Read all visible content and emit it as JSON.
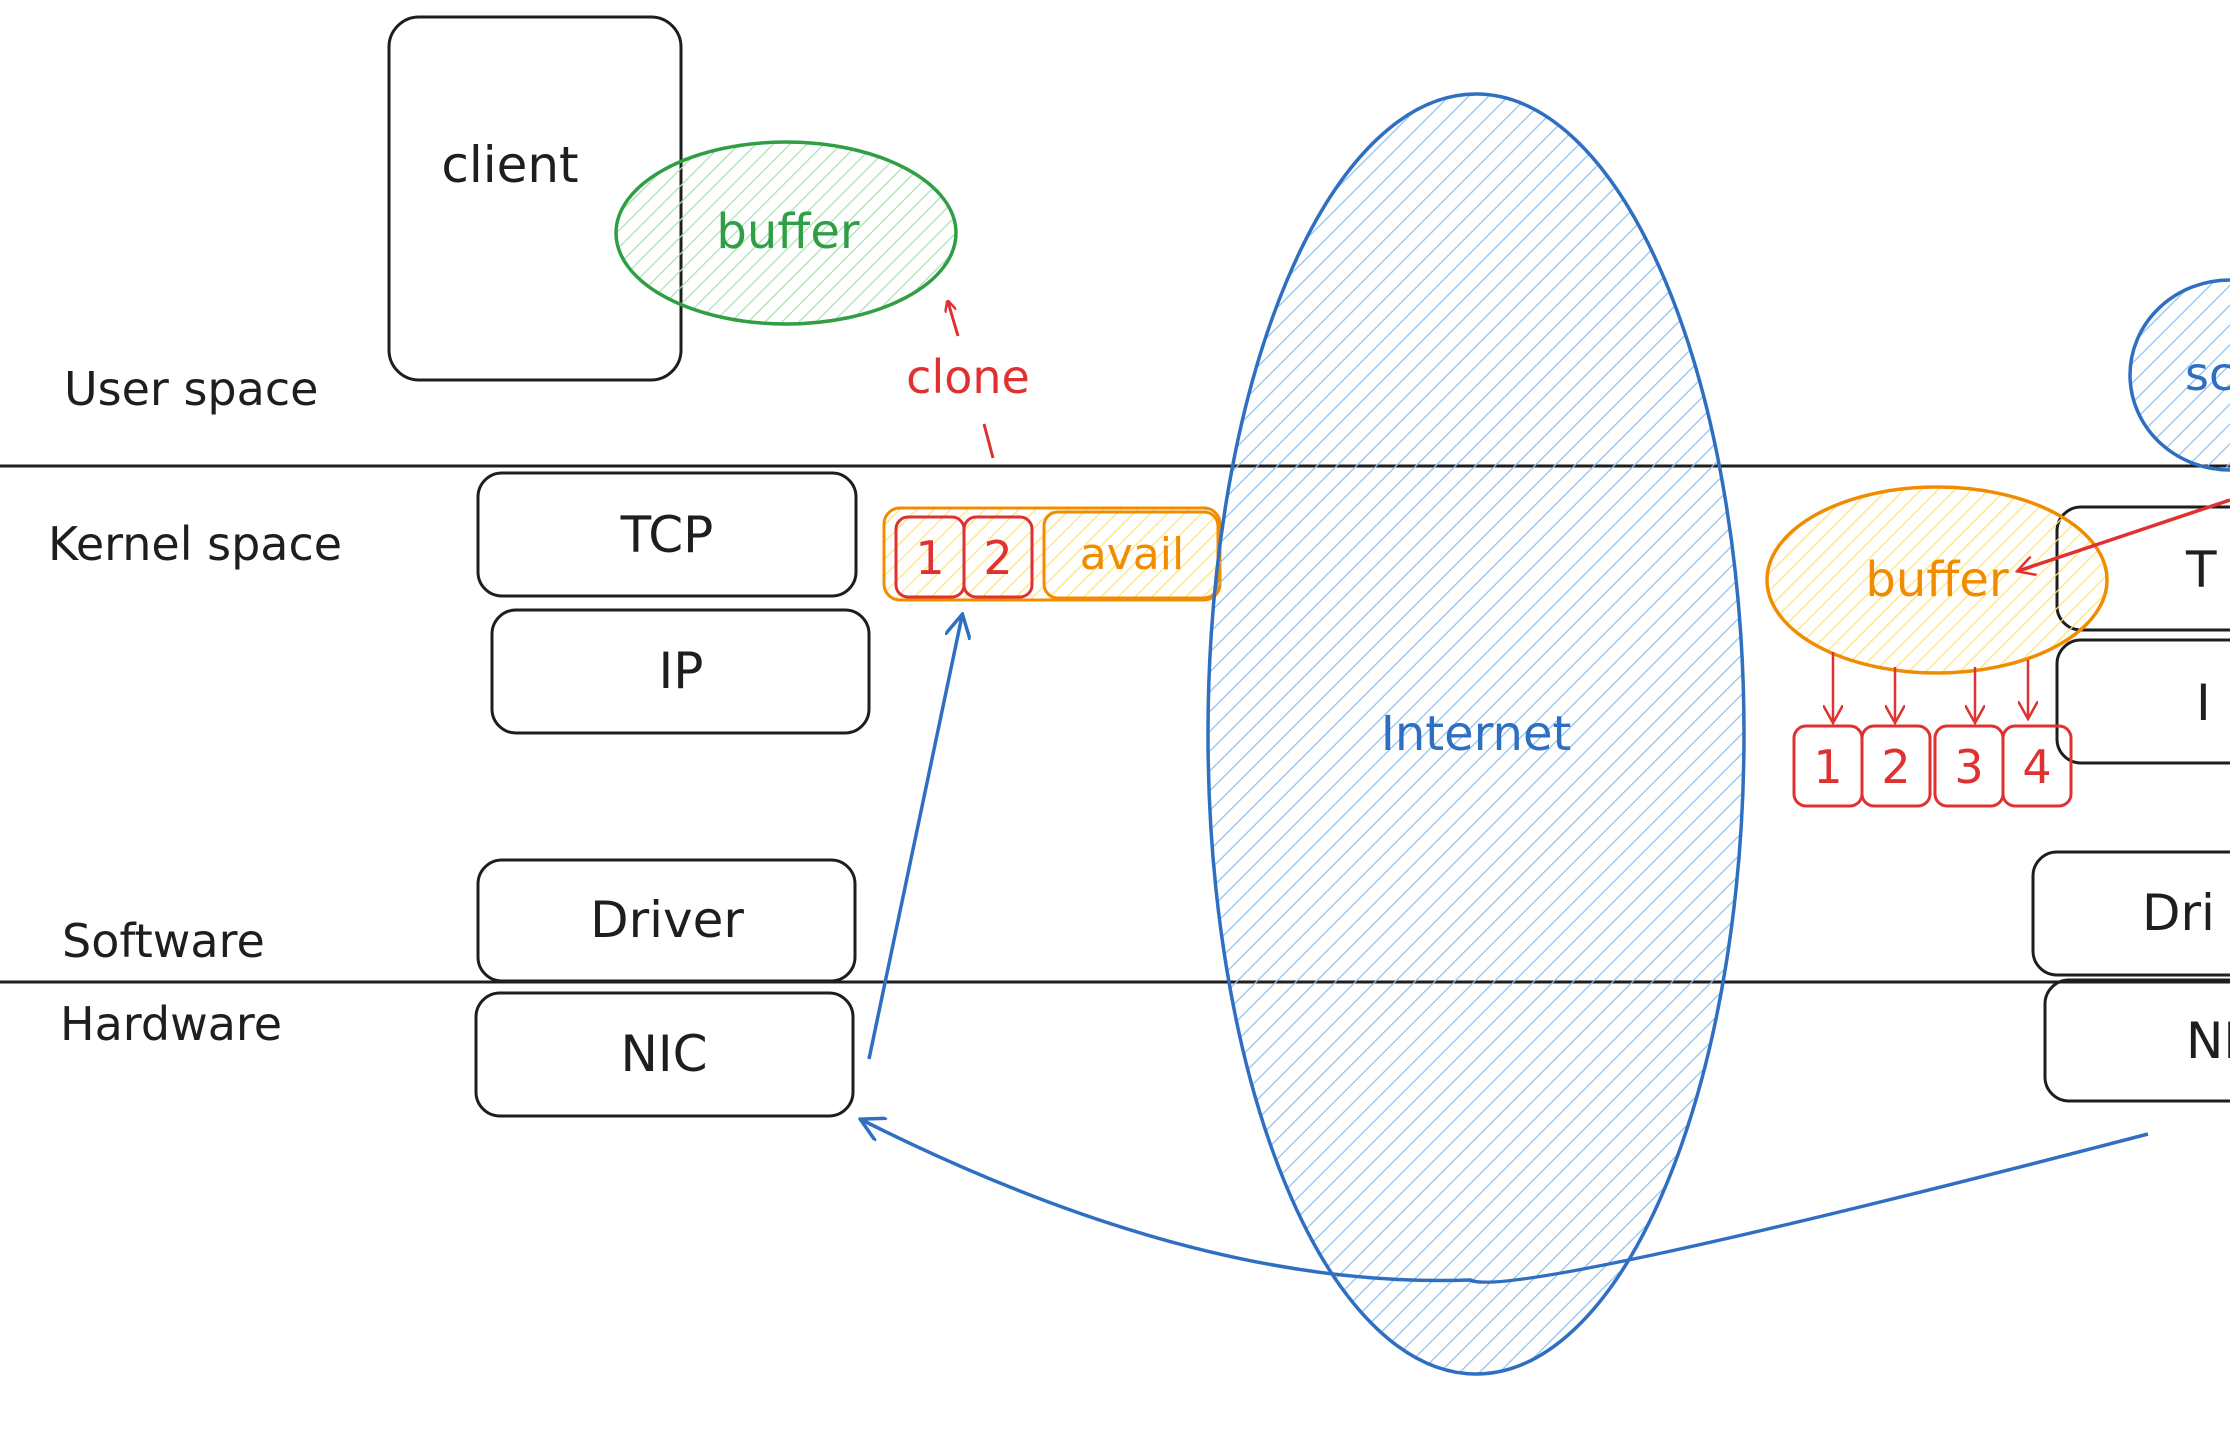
{
  "layers": {
    "user_space": "User space",
    "kernel_space": "Kernel space",
    "software": "Software",
    "hardware": "Hardware"
  },
  "client_side": {
    "client": "client",
    "buffer": "buffer",
    "clone": "clone",
    "tcp": "TCP",
    "ip": "IP",
    "driver": "Driver",
    "nic": "NIC",
    "segments": [
      "1",
      "2"
    ],
    "avail": "avail"
  },
  "internet": "Internet",
  "server_side": {
    "top_ellipse_text": "sc",
    "buffer": "buffer",
    "segments": [
      "1",
      "2",
      "3",
      "4"
    ],
    "tcp": "T",
    "ip": "I",
    "driver": "Dri",
    "nic": "NI"
  },
  "colors": {
    "ink": "#1e1e1e",
    "blue": "#2f6fc2",
    "blue_fill": "#a5d0f5",
    "green": "#2f9e44",
    "green_fill": "#b2f2bb",
    "red": "#e03131",
    "orange": "#f08c00",
    "orange_fill": "#ffec99"
  }
}
